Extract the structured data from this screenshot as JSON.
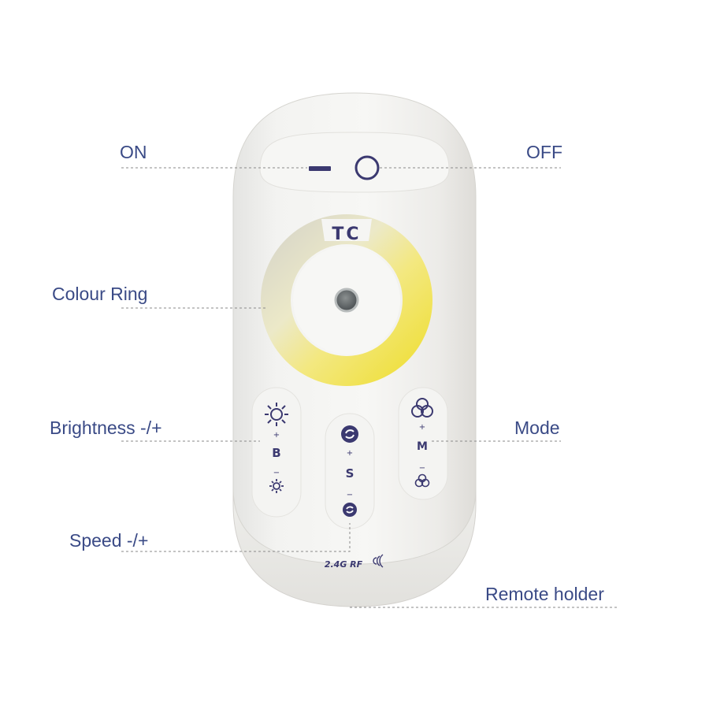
{
  "labels": {
    "on": "ON",
    "off": "OFF",
    "colour_ring": "Colour Ring",
    "brightness": "Brightness -/+",
    "mode": "Mode",
    "speed": "Speed -/+",
    "remote_holder": "Remote holder"
  },
  "remote": {
    "brand_text": "TC",
    "band_text": "2.4G RF",
    "brightness_letter": "B",
    "speed_letter": "S",
    "mode_letter": "M",
    "plus": "+",
    "minus": "−"
  },
  "colors": {
    "label_text": "#3a4a86",
    "leader_line": "#8a8a8a",
    "remote_body": "#f1f1ef",
    "ring_warm": "#f0e04a",
    "ring_cool": "#dcdccc",
    "button_icon": "#3b3970"
  }
}
